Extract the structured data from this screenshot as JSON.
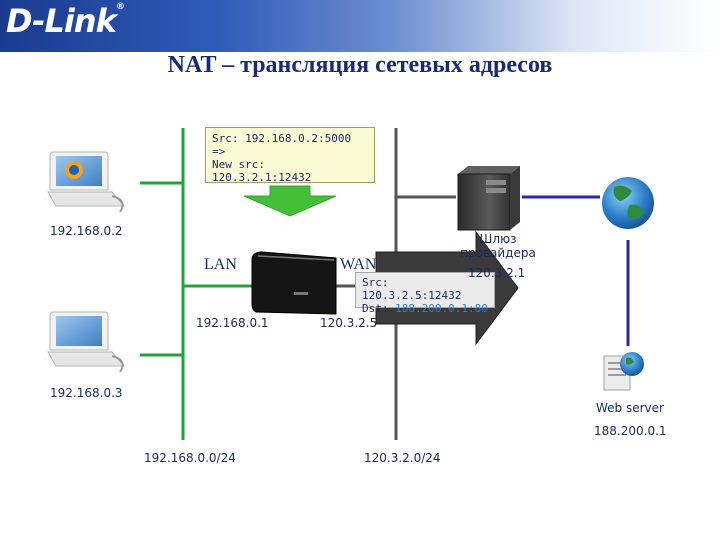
{
  "header": {
    "logo_text": "D-Link",
    "logo_mark": "®"
  },
  "title": "NAT – трансляция сетевых адресов",
  "lan": {
    "label": "LAN",
    "hosts": [
      {
        "ip": "192.168.0.2"
      },
      {
        "ip": "192.168.0.3"
      }
    ],
    "router_ip": "192.168.0.1",
    "network": "192.168.0.0/24"
  },
  "wan": {
    "label": "WAN",
    "router_ip": "120.3.2.5",
    "network": "120.3.2.0/24"
  },
  "gateway": {
    "label_line1": "Шлюз",
    "label_line2": "провайдера",
    "ip": "120.3.2.1"
  },
  "web_server": {
    "label": "Web server",
    "ip": "188.200.0.1"
  },
  "translation_note": {
    "line1": "Src: 192.168.0.2:5000",
    "line2": "=>",
    "line3": "New src: 120.3.2.1:12432"
  },
  "packet_note": {
    "src_prefix": "Src: ",
    "src_value": "120.3.2.5:12432",
    "dst_prefix": "Dst: ",
    "dst_value": "188.200.0.1:80"
  },
  "colors": {
    "lan_line": "#22a339",
    "wan_line": "#555555",
    "internet_line": "#2a2aa0",
    "down_arrow": "#44c038",
    "right_arrow": "#3a3a3a",
    "dst_highlight": "#3a7fcf"
  },
  "icons": [
    "computer-icon",
    "router-icon",
    "server-tower-icon",
    "globe-icon",
    "web-server-icon"
  ]
}
